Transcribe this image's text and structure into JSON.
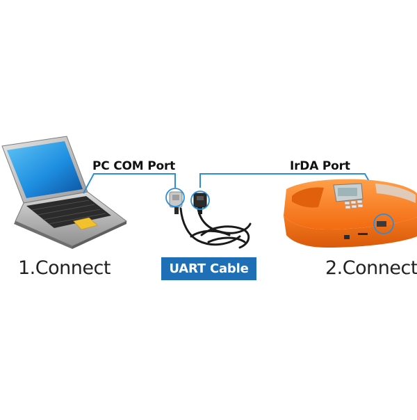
{
  "labels": {
    "pc_port": "PC COM Port",
    "irda_port": "IrDA Port",
    "step1": "1.Connect",
    "step2": "2.Connect",
    "cable": "UART Cable"
  },
  "icons": {
    "laptop": "laptop-icon",
    "device": "orange-device-icon",
    "cable": "uart-cable-icon",
    "connector": "connector-icon"
  },
  "colors": {
    "connector_line": "#2a8ed9",
    "badge_bg": "#1f6fb7",
    "badge_text": "#ffffff",
    "device_orange": "#f47a20"
  }
}
